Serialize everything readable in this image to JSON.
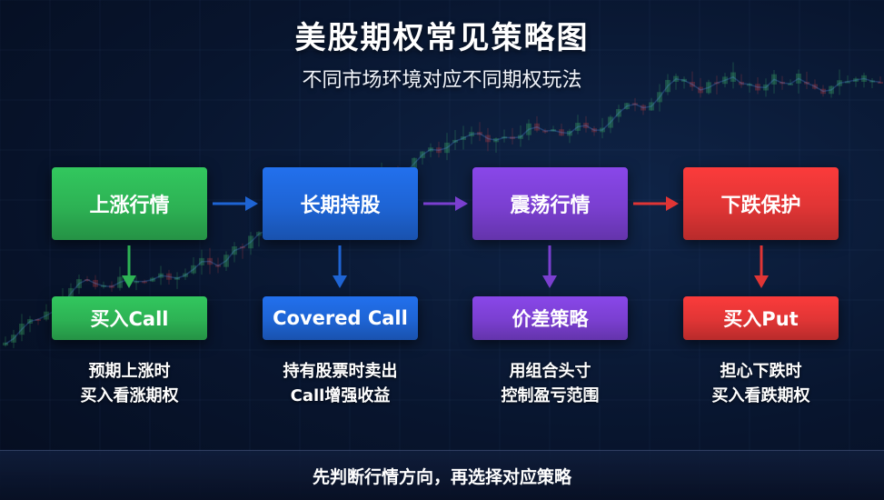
{
  "title": "美股期权常见策略图",
  "subtitle": "不同市场环境对应不同期权玩法",
  "colors": {
    "green": "#2db254",
    "blue": "#1e64d4",
    "purple": "#7a3fd0",
    "red": "#e03535"
  },
  "columns": [
    {
      "market": "上涨行情",
      "strategy": "买入Call",
      "desc_line1": "预期上涨时",
      "desc_line2": "买入看涨期权",
      "color_key": "green"
    },
    {
      "market": "长期持股",
      "strategy": "Covered Call",
      "desc_line1": "持有股票时卖出",
      "desc_line2": "Call增强收益",
      "color_key": "blue"
    },
    {
      "market": "震荡行情",
      "strategy": "价差策略",
      "desc_line1": "用组合头寸",
      "desc_line2": "控制盈亏范围",
      "color_key": "purple"
    },
    {
      "market": "下跌保护",
      "strategy": "买入Put",
      "desc_line1": "担心下跌时",
      "desc_line2": "买入看跌期权",
      "color_key": "red"
    }
  ],
  "footer": "先判断行情方向，再选择对应策略"
}
